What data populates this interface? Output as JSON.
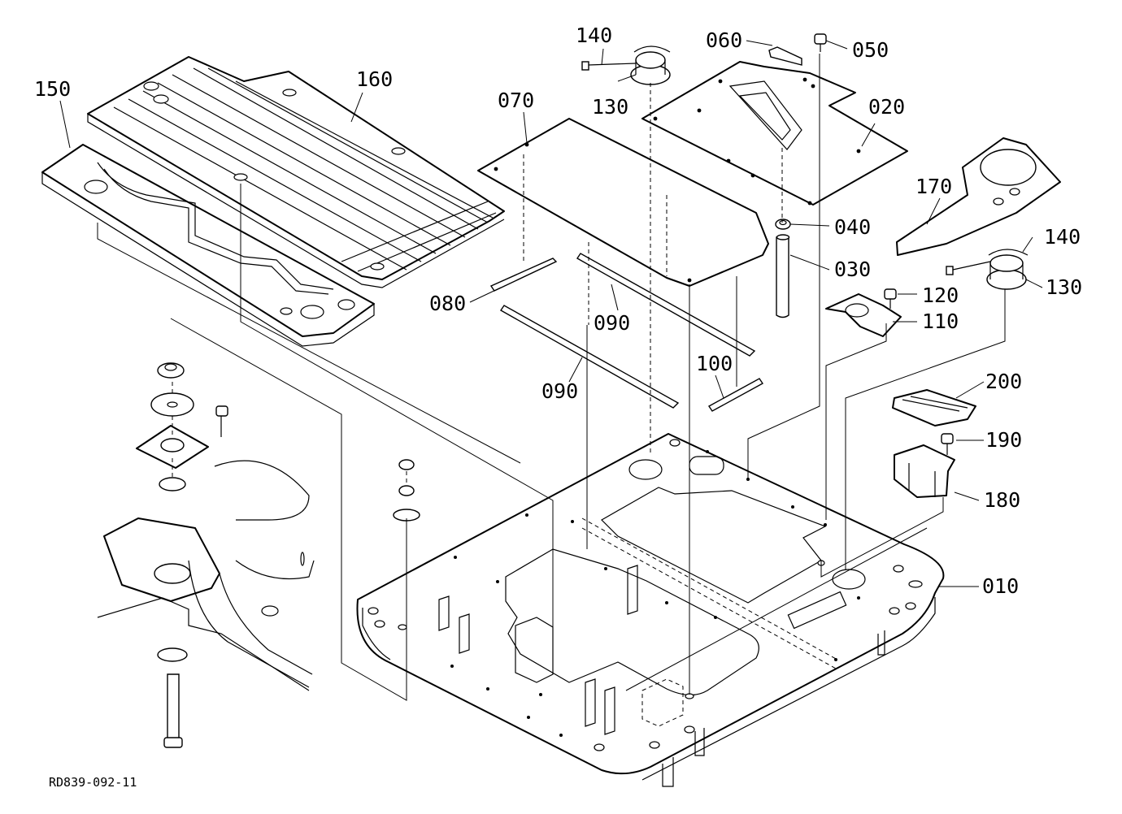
{
  "callouts": {
    "p010": "010",
    "p020": "020",
    "p030": "030",
    "p040": "040",
    "p050": "050",
    "p060": "060",
    "p070": "070",
    "p080": "080",
    "p090a": "090",
    "p090b": "090",
    "p100": "100",
    "p110": "110",
    "p120": "120",
    "p130a": "130",
    "p130b": "130",
    "p140a": "140",
    "p140b": "140",
    "p150": "150",
    "p160": "160",
    "p170": "170",
    "p180": "180",
    "p190": "190",
    "p200": "200"
  },
  "drawing_code": "RD839-092-11"
}
